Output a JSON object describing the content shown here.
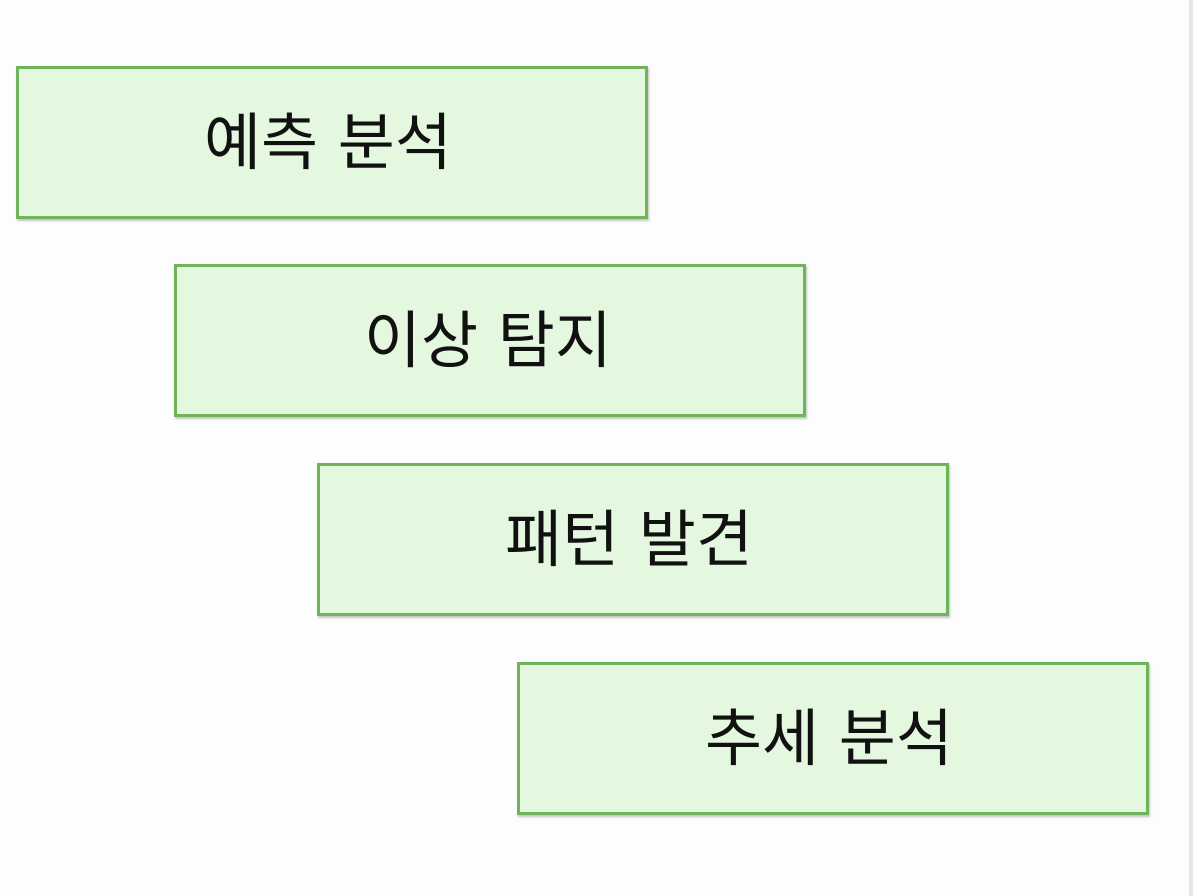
{
  "steps": [
    {
      "label": "예측 분석"
    },
    {
      "label": "이상 탐지"
    },
    {
      "label": "패턴 발견"
    },
    {
      "label": "추세 분석"
    }
  ],
  "colors": {
    "box_fill": "#e3f8df",
    "box_border": "#6fb35a",
    "text": "#111111",
    "background": "#fdfdfd"
  }
}
